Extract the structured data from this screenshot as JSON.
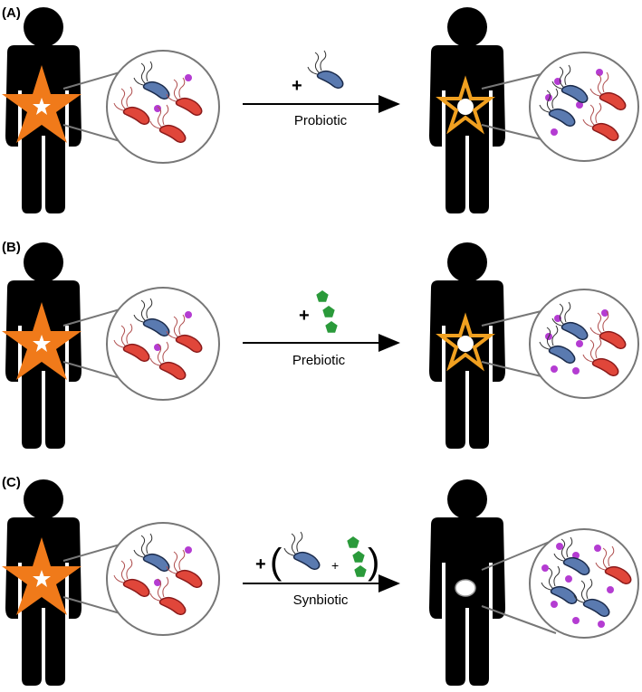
{
  "panels": [
    {
      "label": "(A)",
      "treatment": "Probiotic",
      "plus": "+",
      "additive": "bacterium",
      "recovery": "partial"
    },
    {
      "label": "(B)",
      "treatment": "Prebiotic",
      "plus": "+",
      "additive": "fiber",
      "recovery": "partial"
    },
    {
      "label": "(C)",
      "treatment": "Synbiotic",
      "plus": "+",
      "inner_plus": "+",
      "paren_open": "(",
      "paren_close": ")",
      "additive": "both",
      "recovery": "full"
    }
  ],
  "colors": {
    "silhouette": "#000000",
    "inflammation": "#f07a1a",
    "inflammation_outline": "#f0a020",
    "beneficial_bacterium": "#5a7ab0",
    "harmful_bacterium": "#e0463a",
    "metabolite": "#b43cd2",
    "fiber": "#2a9a3a",
    "lens_border": "#777777"
  }
}
